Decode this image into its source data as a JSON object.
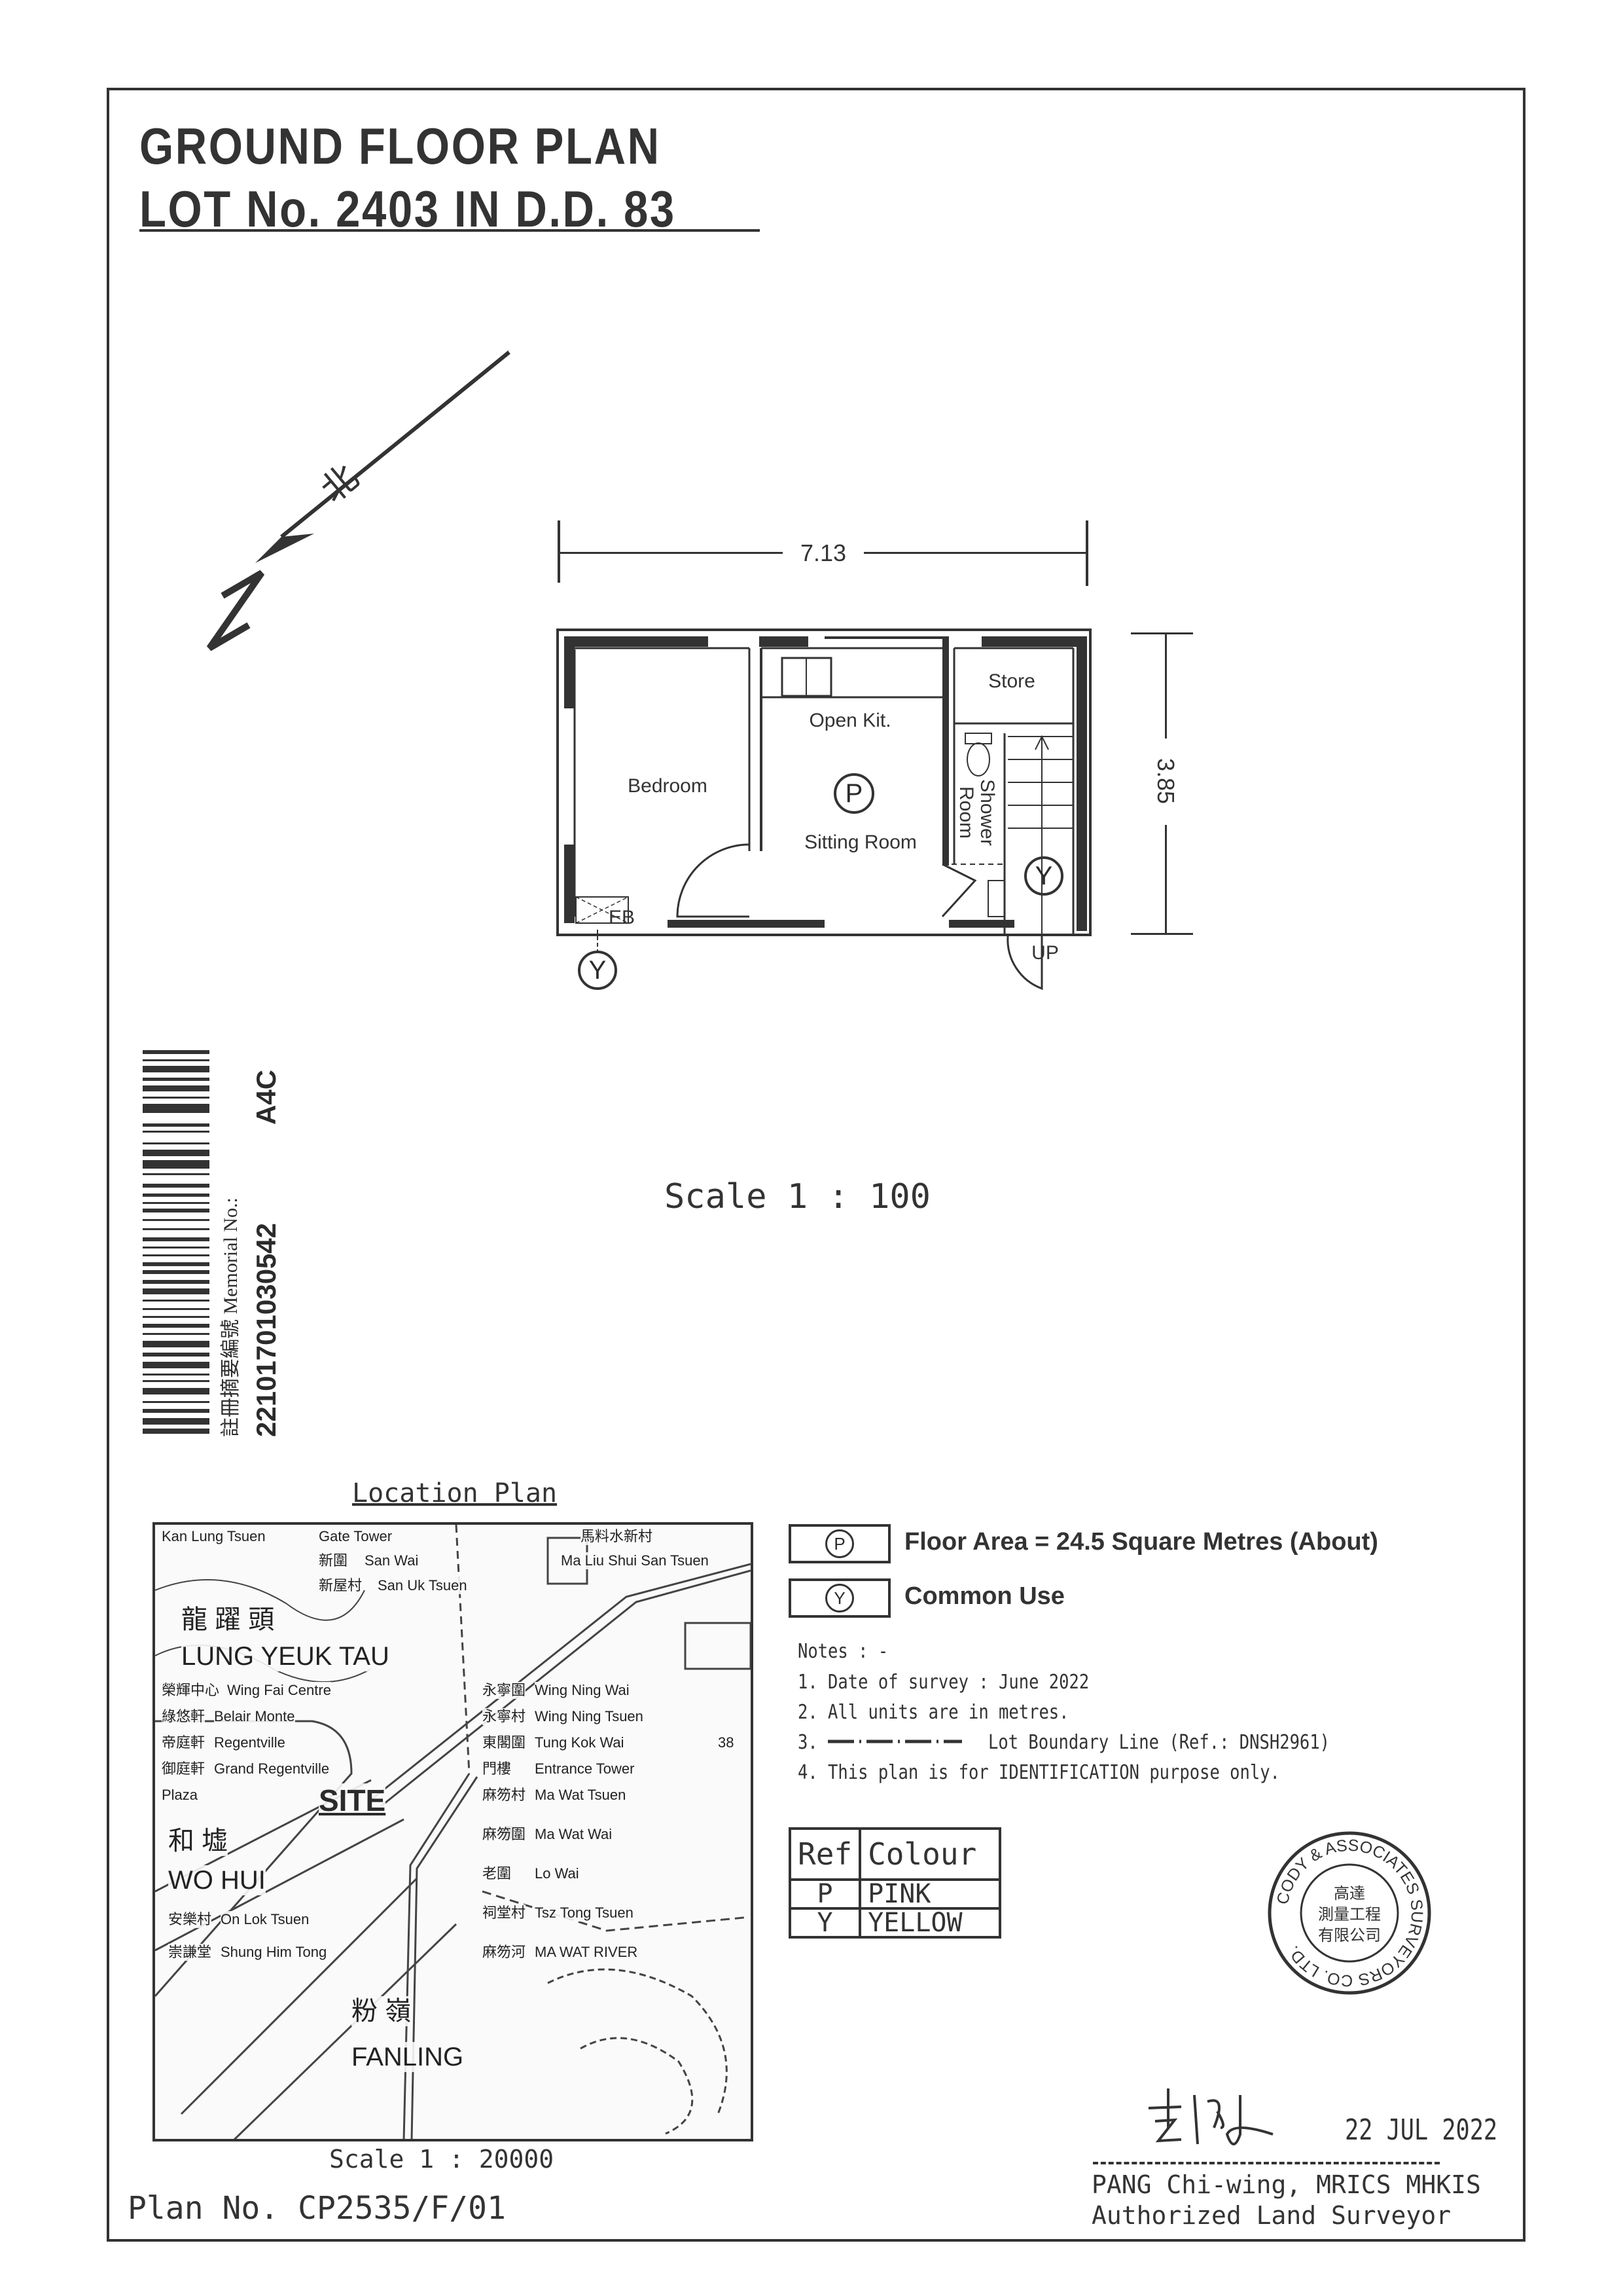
{
  "header": {
    "title_line1": "GROUND FLOOR PLAN",
    "title_line2": "LOT No. 2403 IN D.D. 83"
  },
  "north_arrow": {
    "label": "N",
    "chinese": "北"
  },
  "floor_plan": {
    "width_dimension": "7.13",
    "depth_dimension": "3.85",
    "rooms": {
      "bedroom": "Bedroom",
      "open_kitchen": "Open Kit.",
      "sitting_room": "Sitting Room",
      "store": "Store",
      "shower_room": "Shower Room",
      "eb": "EB",
      "up": "UP"
    },
    "marker_p": "P",
    "marker_y": "Y",
    "scale": "Scale 1 : 100"
  },
  "barcode": {
    "memorial_label": "註冊摘要編號 Memorial No.:",
    "memorial_number": "22101701030542",
    "code": "A4C"
  },
  "location_plan": {
    "title": "Location Plan",
    "scale": "Scale 1 : 20000",
    "map_labels": [
      "Kan Lung Tsuen",
      "Gate Tower",
      "新圍",
      "San Wai",
      "馬料水新村",
      "Ma Liu Shui San Tsuen",
      "新屋村",
      "San Uk Tsuen",
      "龍 躍 頭",
      "LUNG YEUK TAU",
      "榮輝中心",
      "Wing Fai Centre",
      "綠悠軒",
      "Belair Monte",
      "帝庭軒",
      "Regentville",
      "御庭軒",
      "Grand Regentville",
      "Plaza",
      "和 墟",
      "WO HUI",
      "永寧圍",
      "Wing Ning Wai",
      "永寧村",
      "Wing Ning Tsuen",
      "東閣圍",
      "Tung Kok Wai",
      "38",
      "門樓",
      "Entrance Tower",
      "麻笏村",
      "Ma Wat Tsuen",
      "麻笏圍",
      "Ma Wat Wai",
      "老圍",
      "Lo Wai",
      "祠堂村",
      "Tsz Tong Tsuen",
      "安樂村",
      "On Lok Tsuen",
      "崇謙堂",
      "Shung Him Tong",
      "麻笏河",
      "MA WAT RIVER",
      "粉 嶺",
      "FANLING"
    ],
    "site_label": "SITE"
  },
  "plan_no": "Plan No. CP2535/F/01",
  "legend": [
    {
      "symbol": "P",
      "text": "Floor Area = 24.5 Square Metres (About)"
    },
    {
      "symbol": "Y",
      "text": "Common Use"
    }
  ],
  "notes": {
    "heading": "Notes : -",
    "items": [
      "1.  Date of survey :  June 2022",
      "2.  All units are in metres.",
      "3.",
      "4.  This plan is for IDENTIFICATION purpose only."
    ],
    "boundary_text": "Lot Boundary Line (Ref.: DNSH2961)"
  },
  "colour_table": {
    "headers": [
      "Ref",
      "Colour"
    ],
    "rows": [
      [
        "P",
        "PINK"
      ],
      [
        "Y",
        "YELLOW"
      ]
    ]
  },
  "stamp": {
    "ring_text": "CODY & ASSOCIATES SURVEYORS CO. LTD.",
    "chinese": "高達測量工程有限公司"
  },
  "signature": {
    "date": "22 JUL 2022",
    "name": "PANG Chi-wing, MRICS MHKIS",
    "role": "Authorized Land Surveyor"
  }
}
